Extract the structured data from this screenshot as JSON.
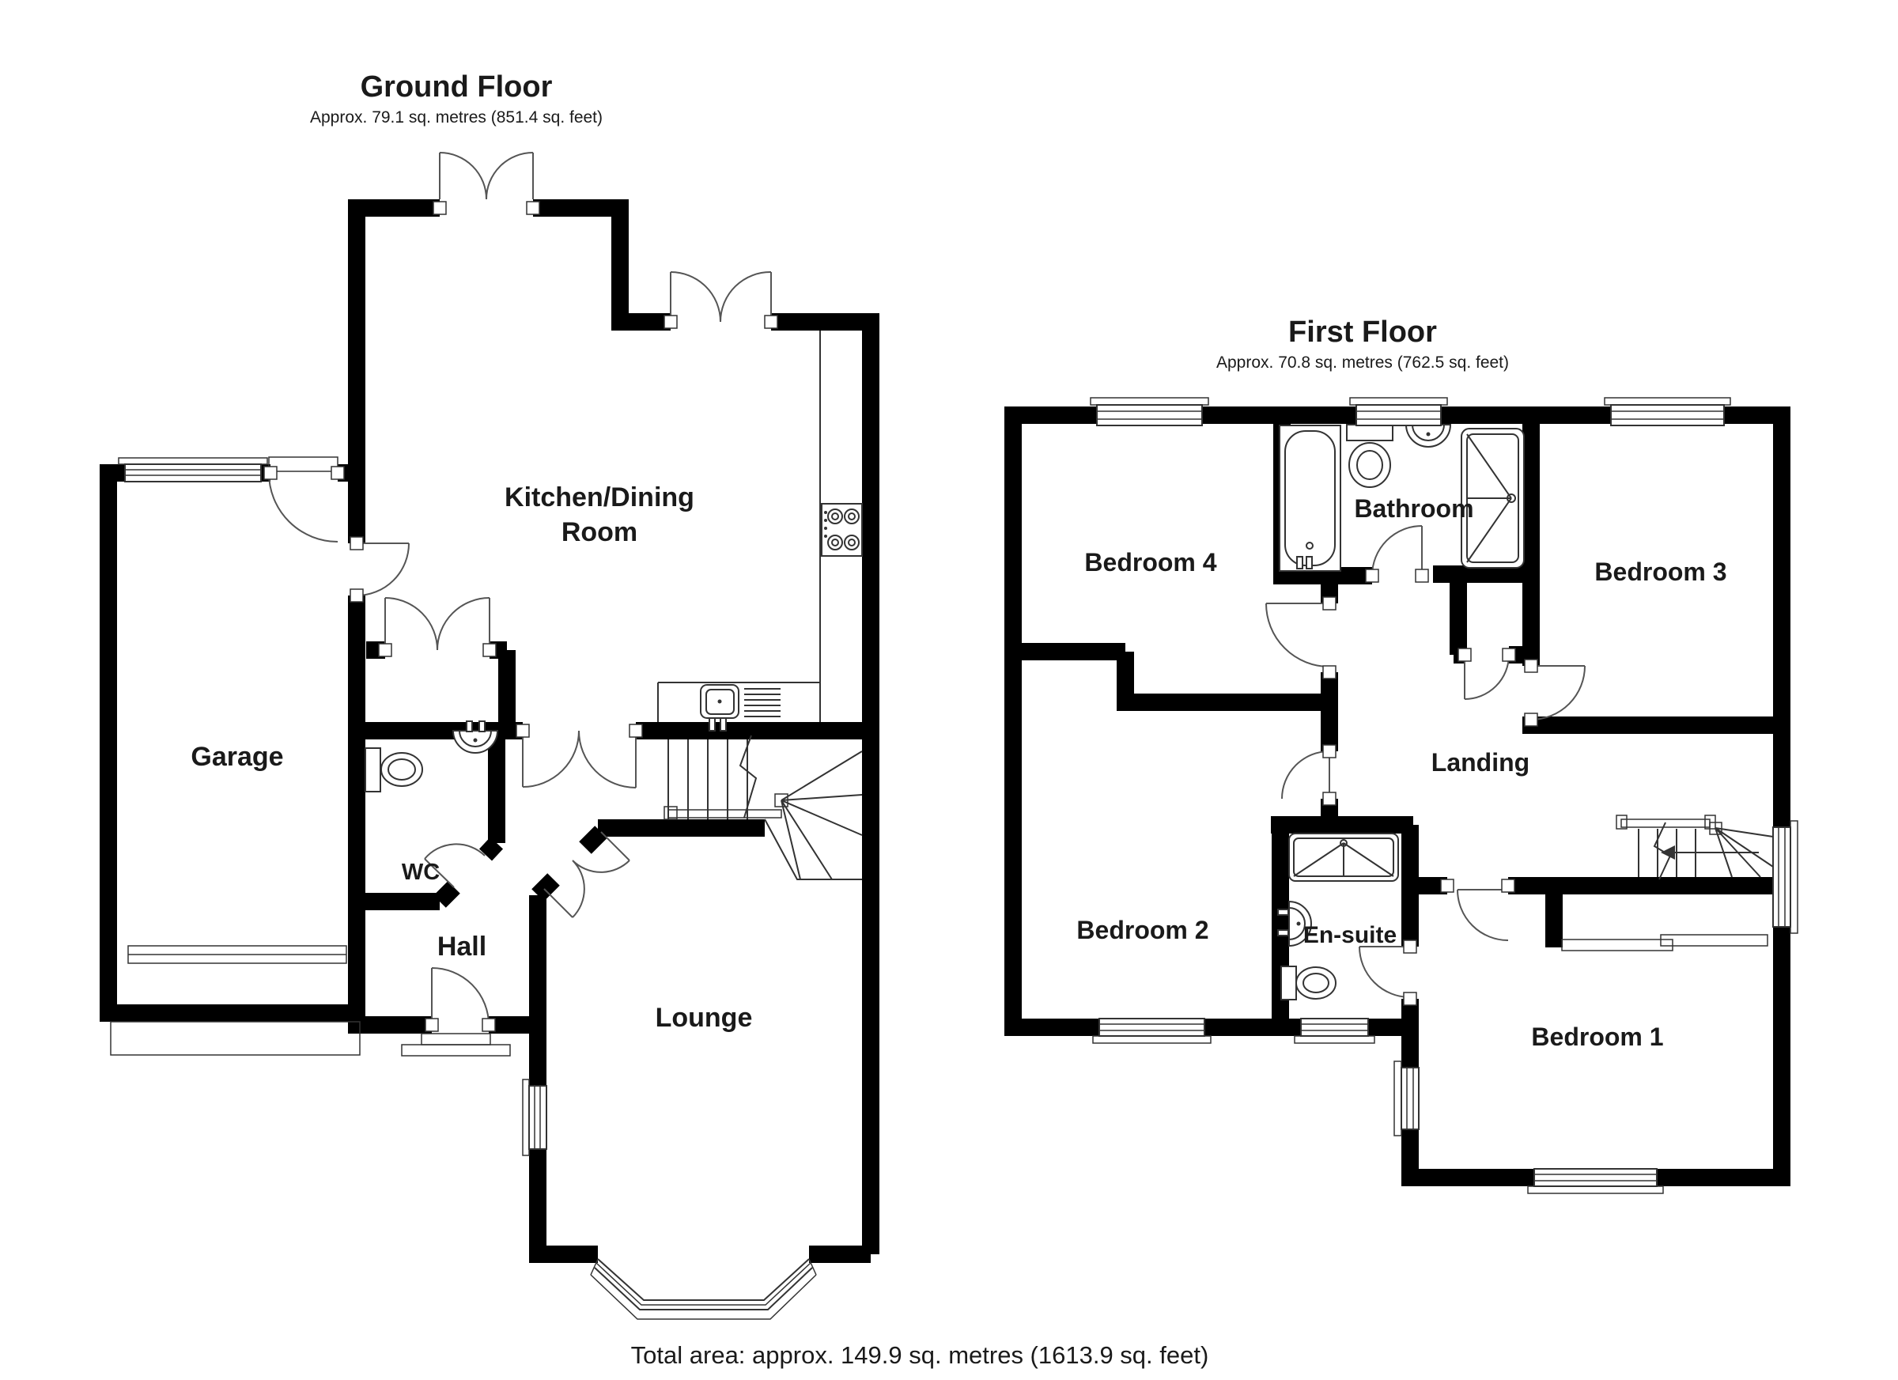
{
  "ground_floor": {
    "title": "Ground Floor",
    "subtitle": "Approx. 79.1 sq. metres (851.4 sq. feet)",
    "rooms": {
      "kitchen_line1": "Kitchen/Dining",
      "kitchen_line2": "Room",
      "garage": "Garage",
      "wc": "WC",
      "hall": "Hall",
      "lounge": "Lounge"
    }
  },
  "first_floor": {
    "title": "First Floor",
    "subtitle": "Approx. 70.8 sq. metres (762.5 sq. feet)",
    "rooms": {
      "bedroom4": "Bedroom 4",
      "bathroom": "Bathroom",
      "bedroom3": "Bedroom 3",
      "bedroom2": "Bedroom 2",
      "landing": "Landing",
      "ensuite": "En-suite",
      "bedroom1": "Bedroom 1"
    }
  },
  "footer": {
    "total_area": "Total area: approx. 149.9 sq. metres (1613.9 sq. feet)"
  },
  "colors": {
    "wall": "#000000",
    "line": "#333333",
    "door_arc": "#555555",
    "background": "#ffffff",
    "text": "#1a1a1a"
  }
}
